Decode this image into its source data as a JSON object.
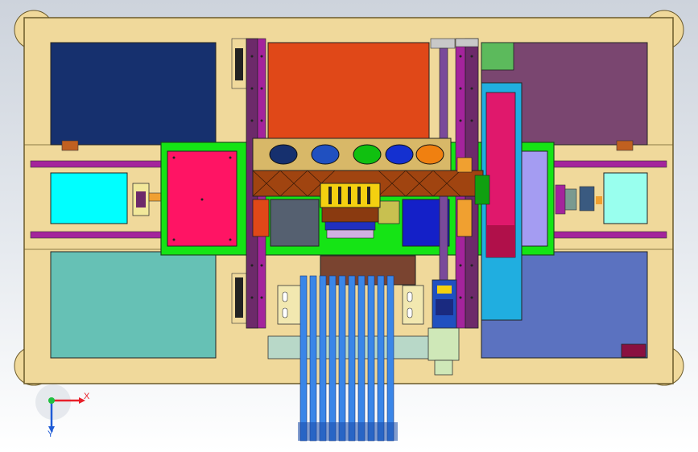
{
  "app": {
    "view": "cad-top-view"
  },
  "triad": {
    "x_label": "X",
    "y_label": "Y",
    "x_color": "#e8202a",
    "y_color": "#1e5bd6",
    "z_color": "#20c040"
  },
  "colors": {
    "frame": "#f0d99b",
    "frame_edge": "#6b5a2a",
    "panel_navy": "#16306e",
    "panel_orange": "#e04818",
    "panel_purple": "#7a4670",
    "panel_teal": "#66c1b5",
    "panel_blue": "#5b72c0",
    "rail_magenta": "#a4249c",
    "rail_purple": "#6d2a6a",
    "green_plate": "#15e415",
    "pink_block": "#ff1464",
    "cyan_block": "#00ffff",
    "lavender": "#a49cf2",
    "blue_tool": "#3a86e8",
    "bronze": "#a04410",
    "yellow_block": "#f4d010",
    "sky": "#20aee0"
  }
}
